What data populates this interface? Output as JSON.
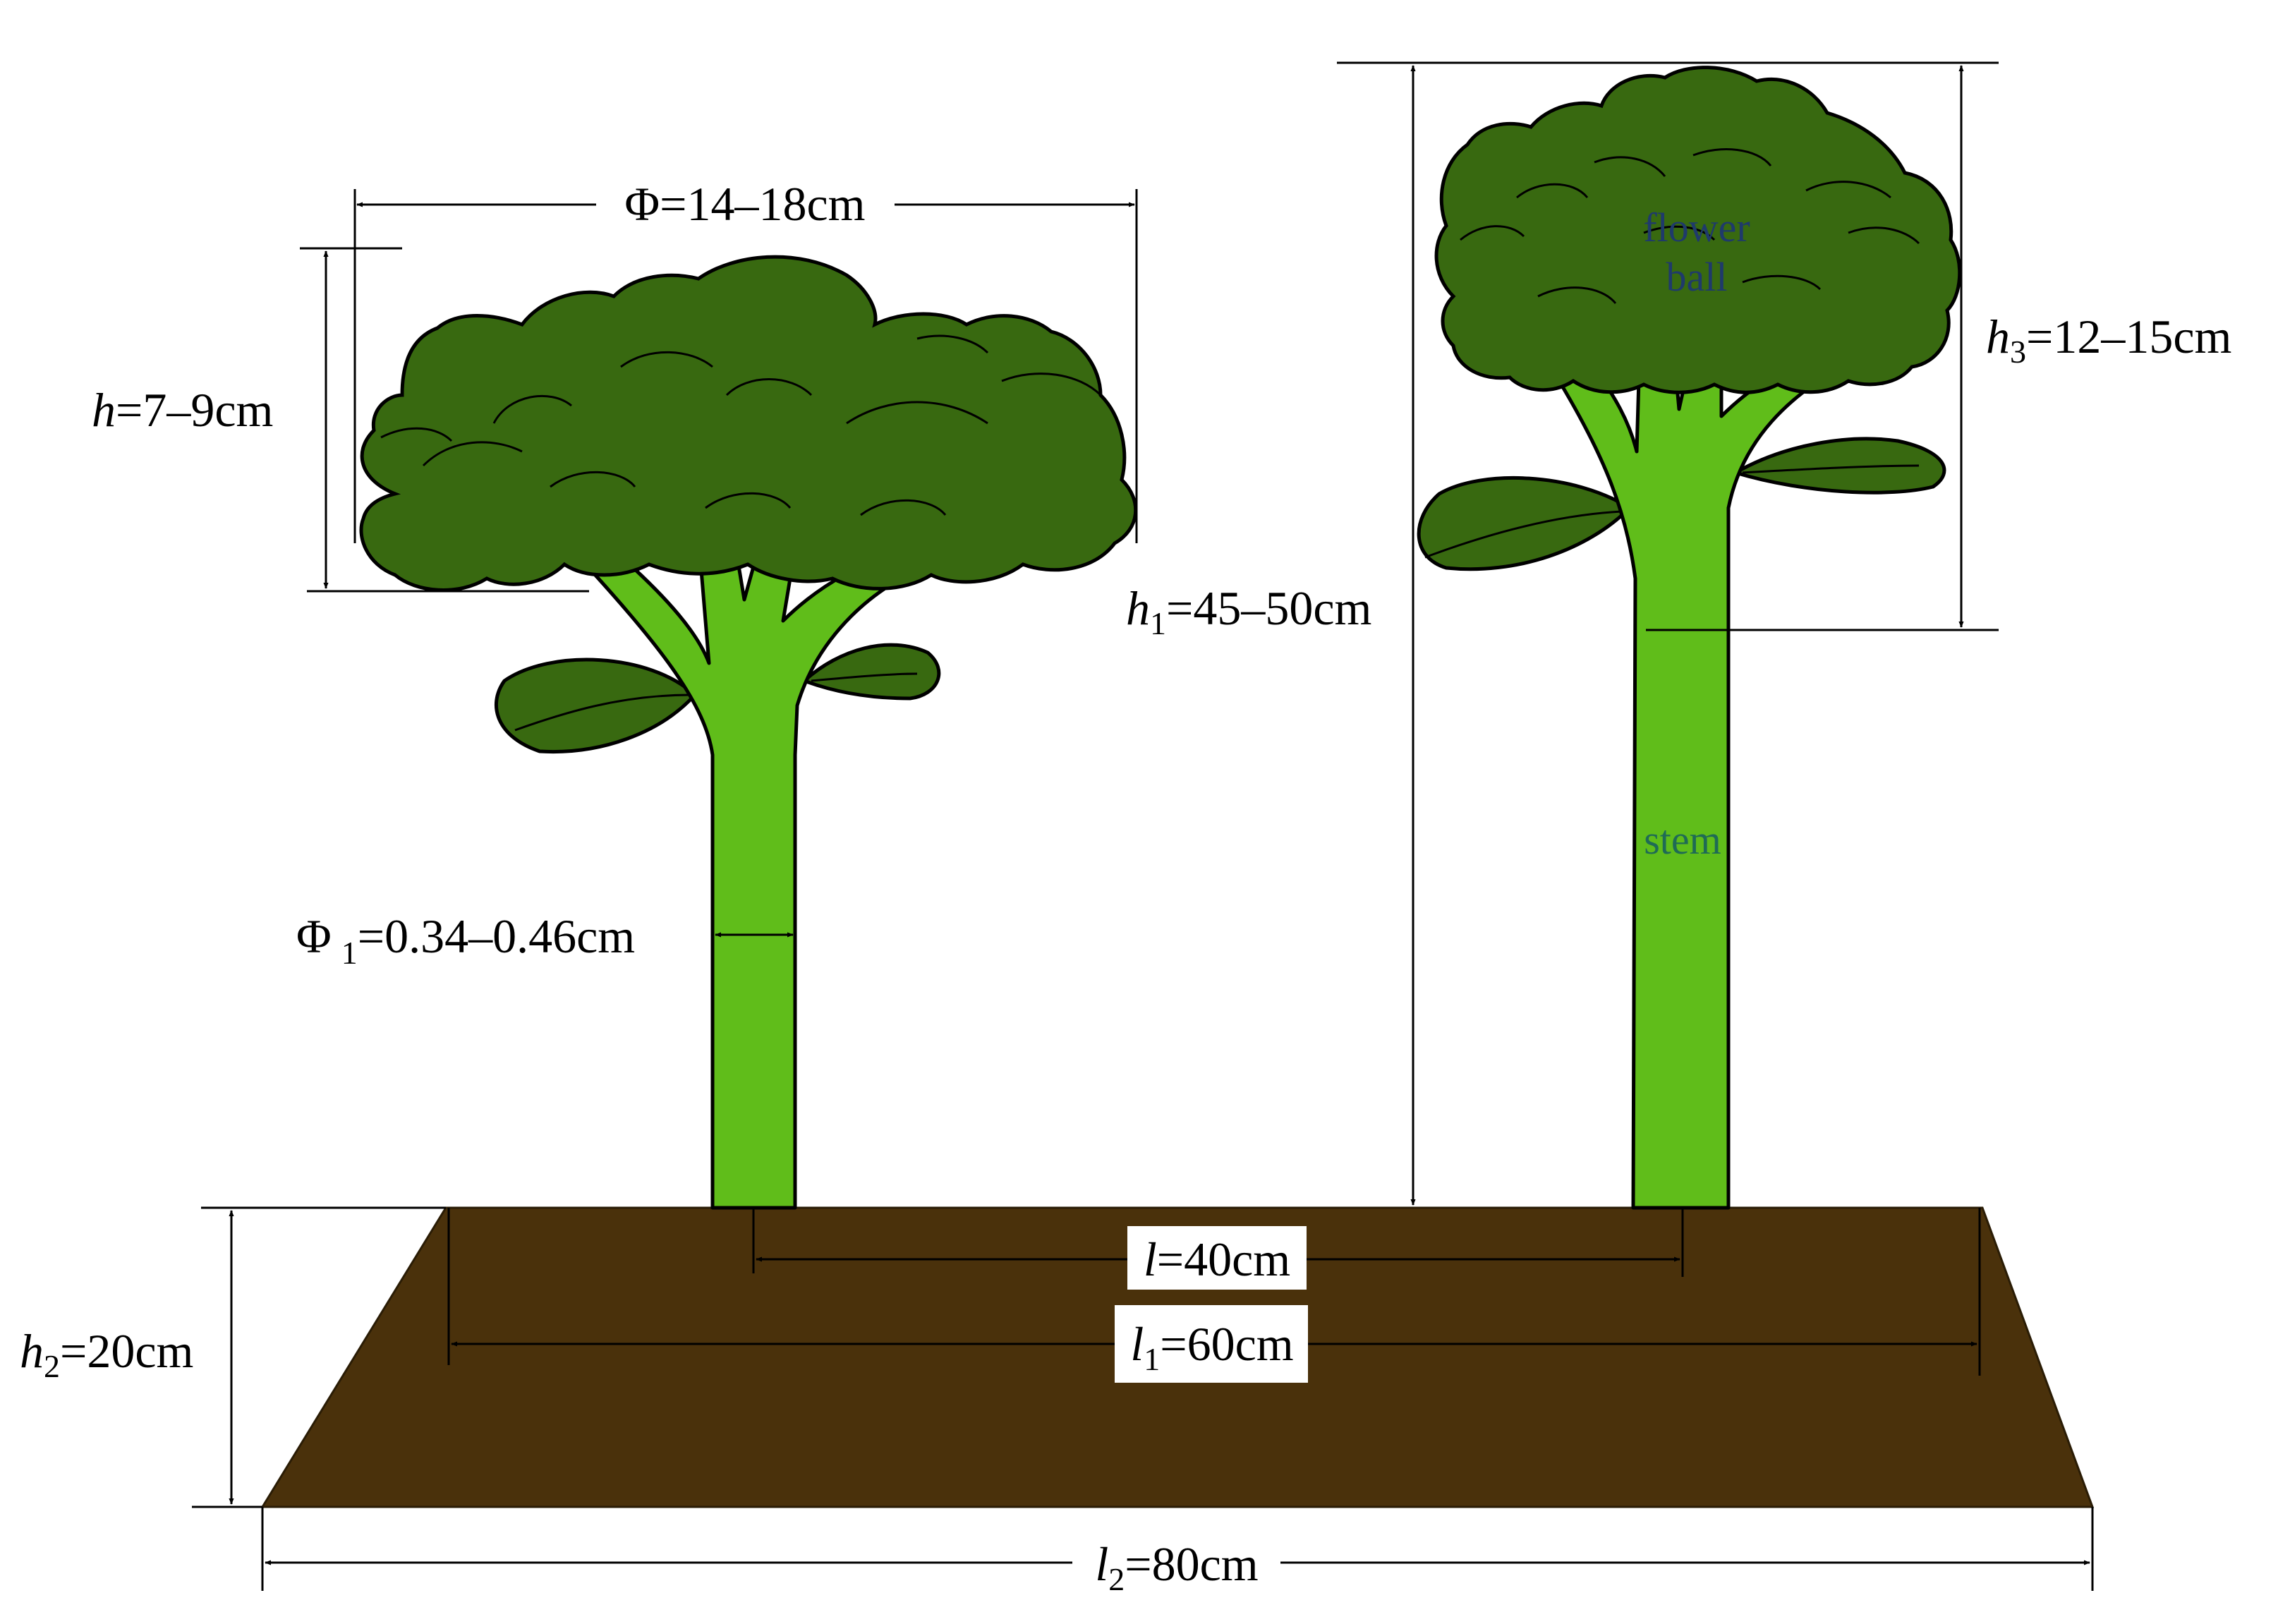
{
  "colors": {
    "soil": "#4a310b",
    "stem": "#60bd1a",
    "crown": "#386910",
    "outline": "#000000",
    "part_label": "#1f3a6b",
    "stem_label": "#1f6b55"
  },
  "icons": [
    "broccoli-plant-icon",
    "soil-bed-icon"
  ],
  "plant_labels": {
    "flower_ball_line1": "flower",
    "flower_ball_line2": "ball",
    "stem": "stem"
  },
  "dimensions": {
    "crown_diameter": {
      "symbol": "Φ",
      "value": "=14–18cm"
    },
    "crown_height": {
      "symbol": "h",
      "value": "=7–9cm"
    },
    "stem_diameter": {
      "symbol": "Φ",
      "subscript": "1",
      "value": "=0.34–0.46cm"
    },
    "plant_height": {
      "symbol": "h",
      "subscript": "1",
      "value": "=45–50cm"
    },
    "head_height": {
      "symbol": "h",
      "subscript": "3",
      "value": "=12–15cm"
    },
    "bed_height": {
      "symbol": "h",
      "subscript": "2",
      "value": "=20cm"
    },
    "plant_spacing": {
      "symbol": "l",
      "value": "=40cm"
    },
    "bed_top_width": {
      "symbol": "l",
      "subscript": "1",
      "value": "=60cm"
    },
    "bed_bottom_width": {
      "symbol": "l",
      "subscript": "2",
      "value": "=80cm"
    }
  }
}
